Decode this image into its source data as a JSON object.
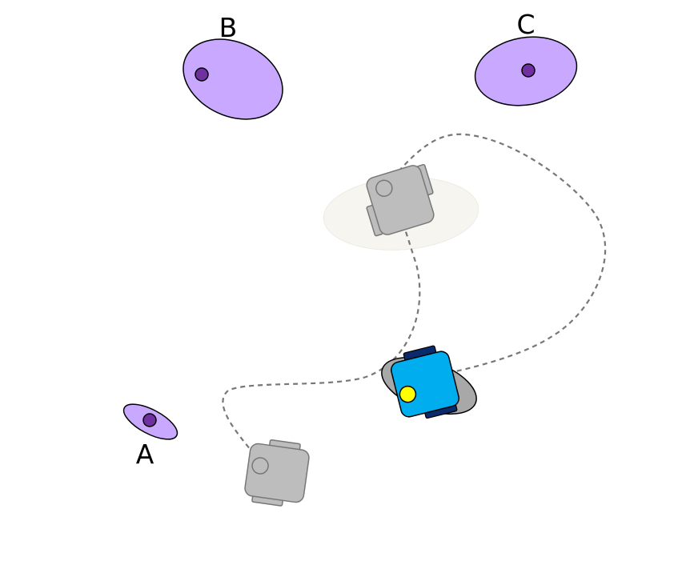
{
  "landmarks": [
    {
      "id": "A",
      "label": "A"
    },
    {
      "id": "B",
      "label": "B"
    },
    {
      "id": "C",
      "label": "C"
    }
  ],
  "colors": {
    "landmark_fill": "#c9a9ff",
    "landmark_point": "#7030a0",
    "robot_body": "#00aeef",
    "robot_wheels": "#0a2a6b",
    "robot_sensor": "#ffff00",
    "ghost_robot": "#bdbdbd",
    "ghost_outline": "#777777",
    "trajectory": "#777777",
    "current_uncertainty": "#a8a8a8",
    "past_uncertainty": "#f6f5f0"
  }
}
